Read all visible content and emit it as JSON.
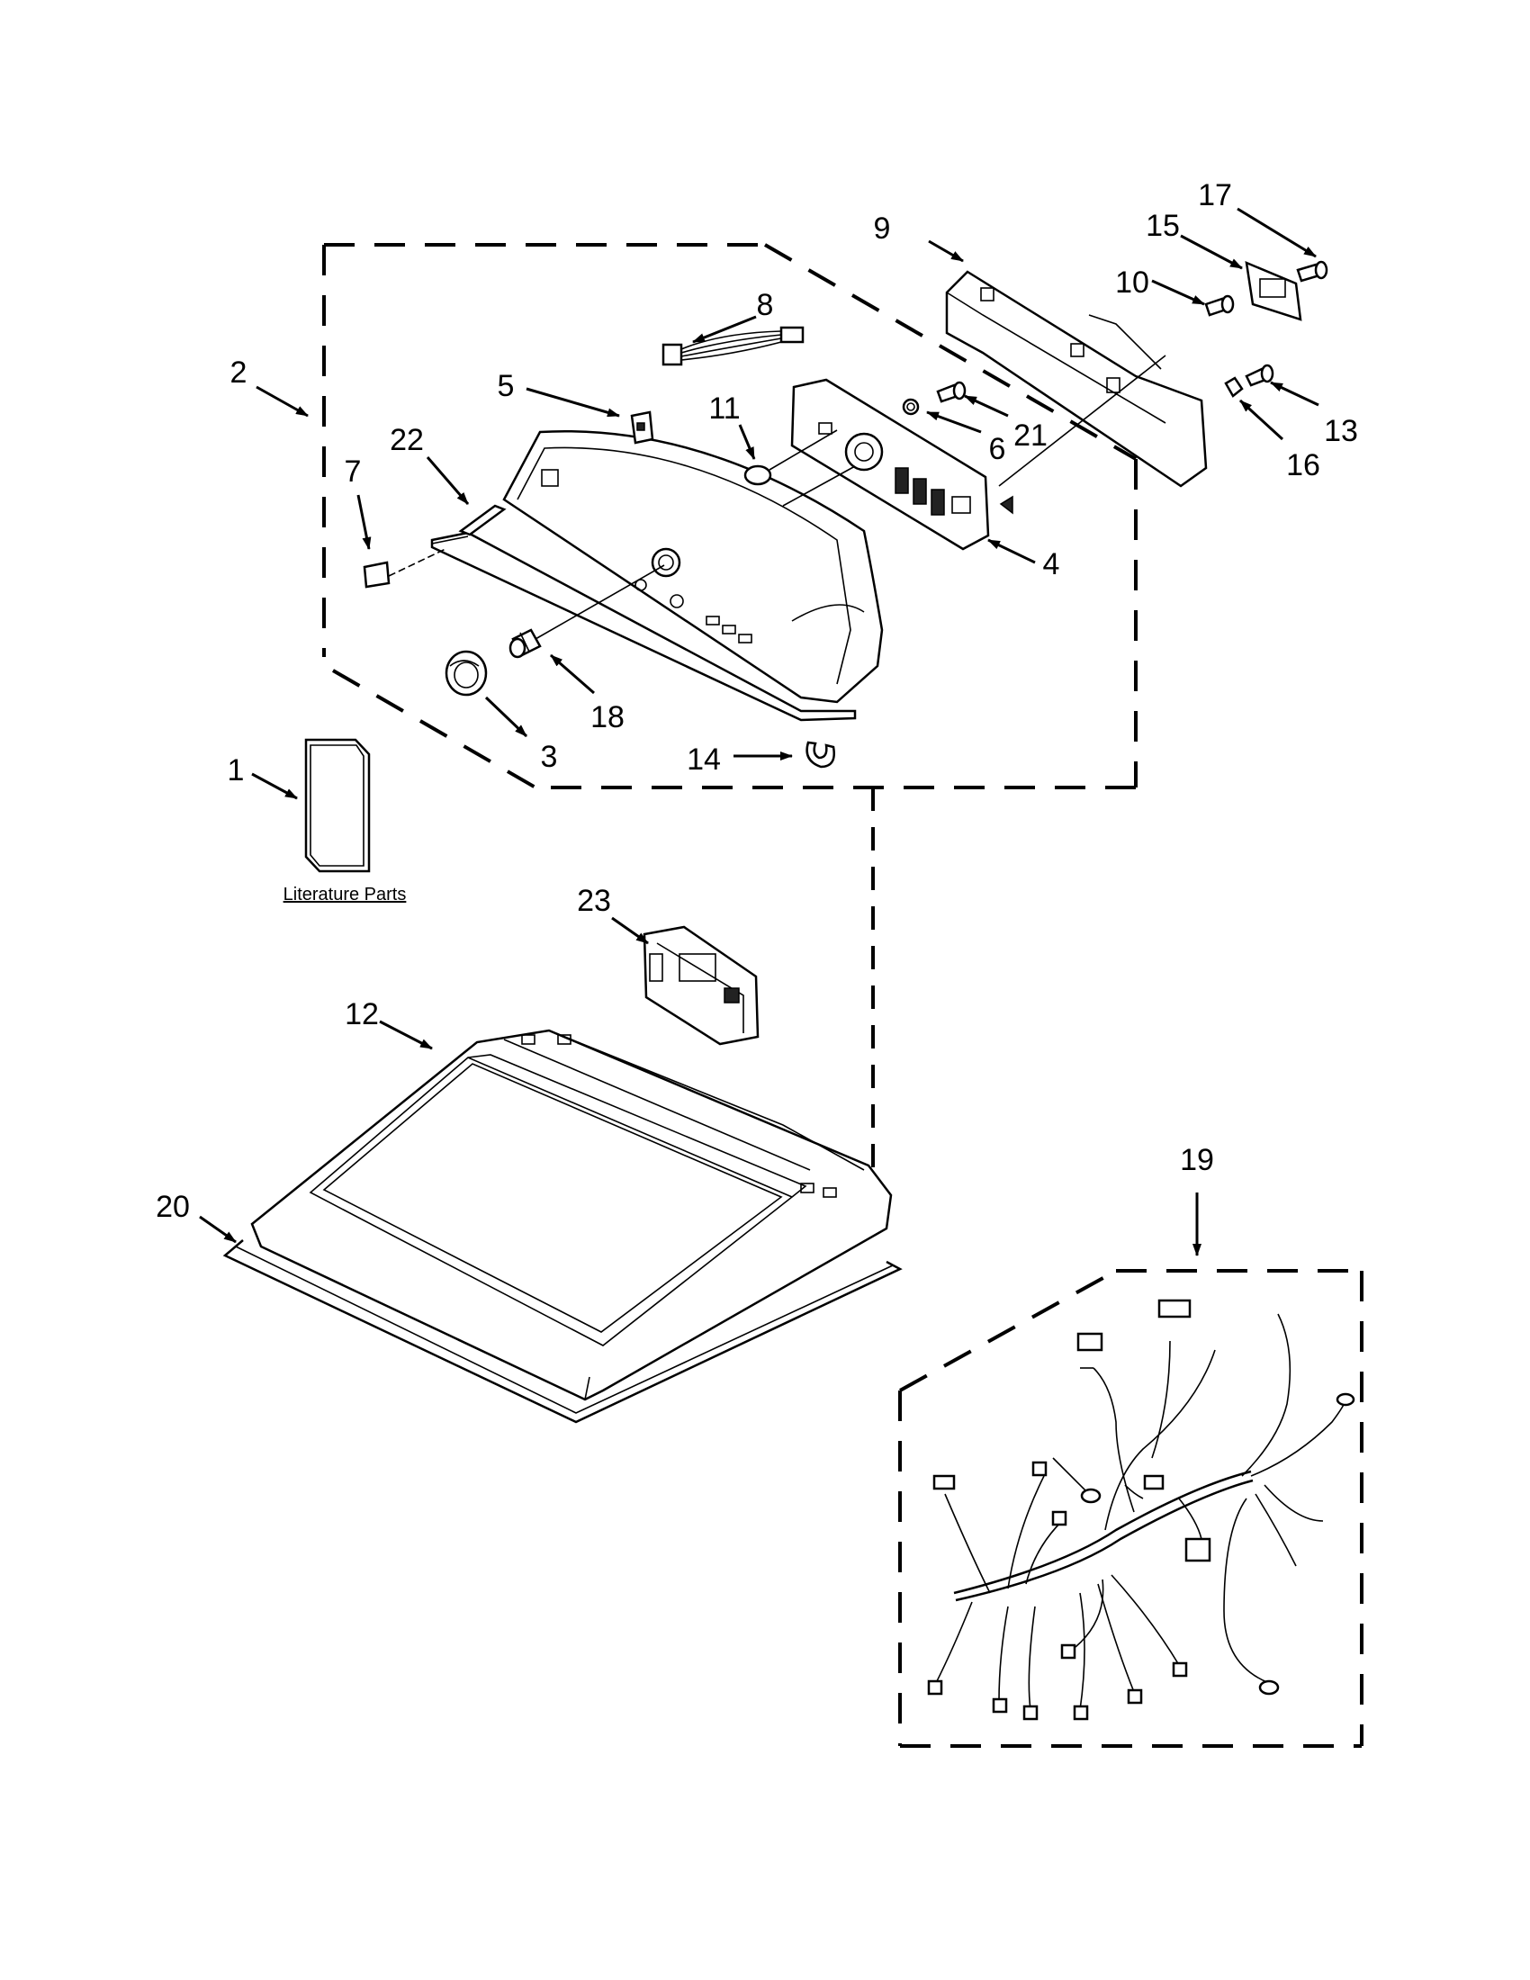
{
  "callouts": [
    "1",
    "2",
    "3",
    "4",
    "5",
    "6",
    "7",
    "8",
    "9",
    "10",
    "11",
    "12",
    "13",
    "14",
    "15",
    "16",
    "17",
    "18",
    "19",
    "20",
    "21",
    "22",
    "23"
  ],
  "literature_label": "Literature Parts"
}
